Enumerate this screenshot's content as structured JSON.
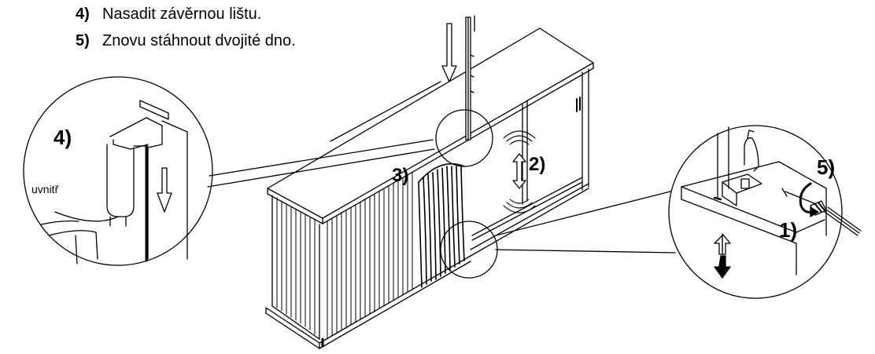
{
  "instructions": [
    {
      "number": "4)",
      "text": "Nasadit závěrnou lištu."
    },
    {
      "number": "5)",
      "text": "Znovu stáhnout dvojité dno."
    }
  ],
  "callouts": {
    "left_step": "4)",
    "inside_label": "uvnitř",
    "step_2": "2)",
    "step_3": "3)",
    "right_step_1": "1)",
    "right_step_5": "5)"
  },
  "icons": [
    "down-arrow-icon",
    "up-down-arrow-icon",
    "vibration-icon",
    "screwdriver-icon",
    "rotation-arrow-icon"
  ],
  "colors": {
    "line": "#000000",
    "background": "#ffffff"
  }
}
